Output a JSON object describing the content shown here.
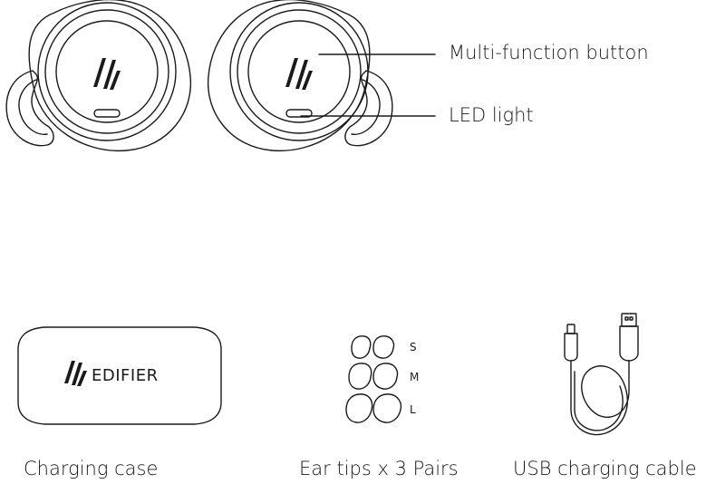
{
  "callouts": {
    "multi_function_button": "Multi-function button",
    "led_light": "LED light"
  },
  "accessories": {
    "charging_case": {
      "caption": "Charging case",
      "brand": "EDIFIER"
    },
    "ear_tips": {
      "caption": "Ear tips x 3 Pairs",
      "sizes": [
        "S",
        "M",
        "L"
      ]
    },
    "usb_cable": {
      "caption": "USB charging cable"
    }
  },
  "icons": {
    "earbud_left": "earbud-left-icon",
    "earbud_right": "earbud-right-icon",
    "logo": "edifier-logo-icon",
    "ear_tip": "ear-tip-icon",
    "usb_cable": "usb-cable-icon"
  },
  "colors": {
    "line": "#1a1a1a",
    "background": "#ffffff"
  }
}
